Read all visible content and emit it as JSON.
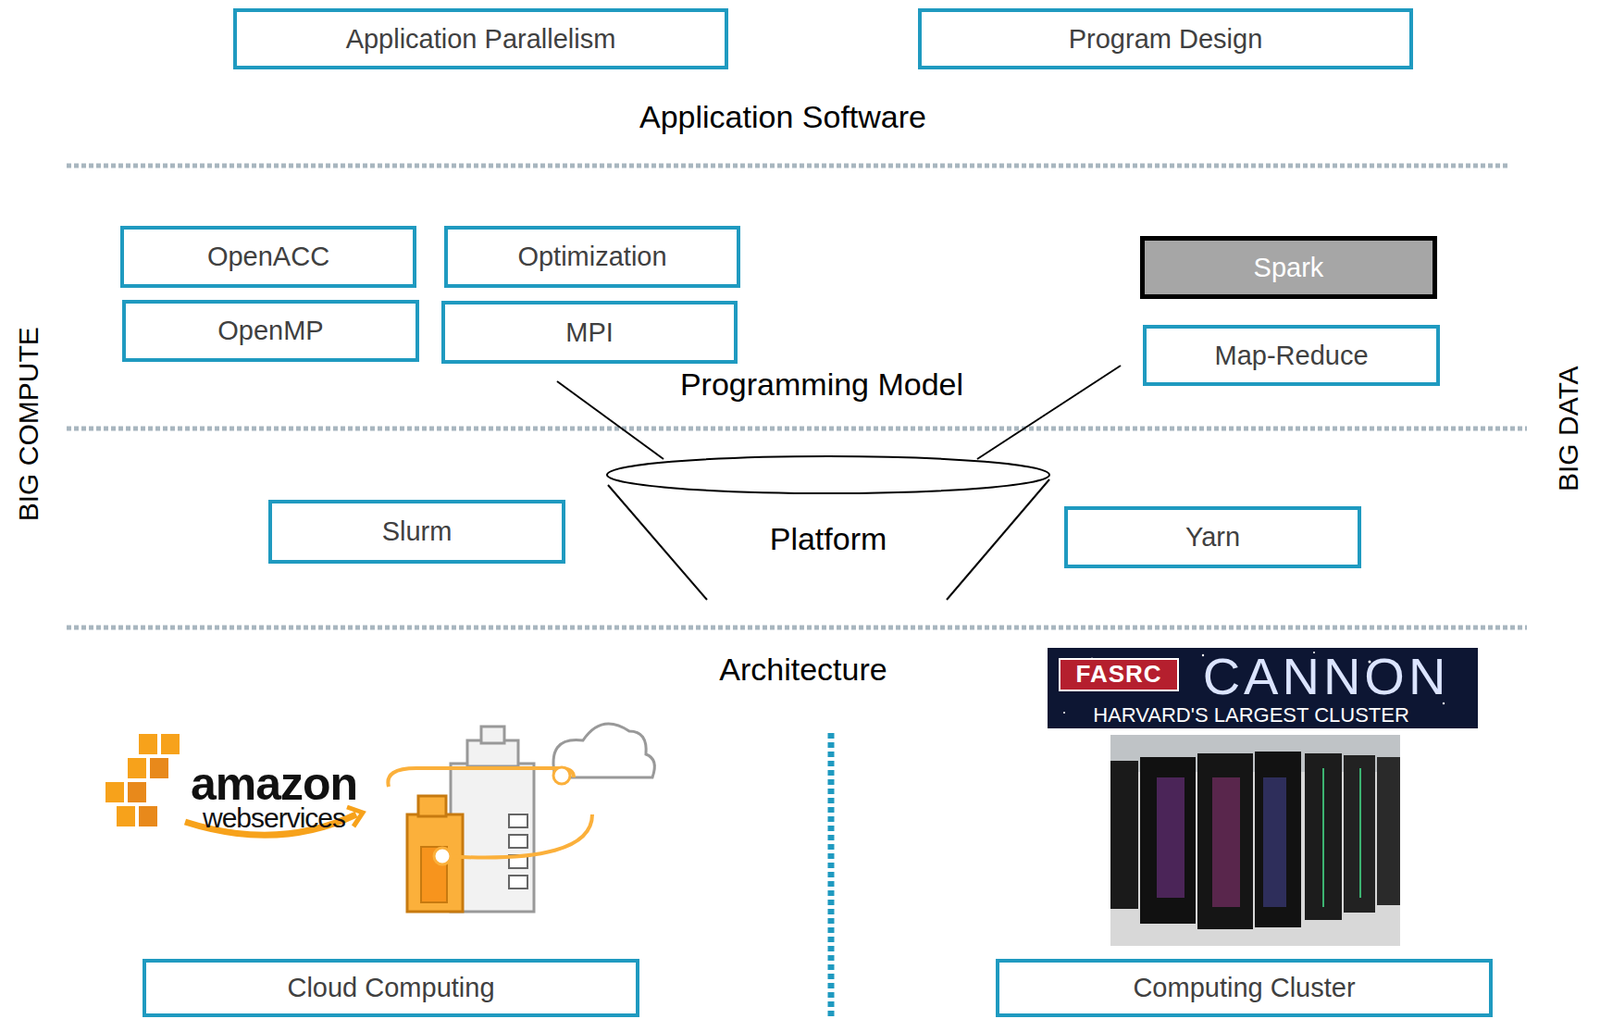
{
  "diagram": {
    "nodes": [
      {
        "text": [
          "Application Parallelism"
        ]
      },
      {
        "text": [
          "Program Design"
        ]
      },
      {
        "text": [
          "OpenACC"
        ]
      },
      {
        "text": [
          "Optimization"
        ]
      },
      {
        "text": [
          "Spark"
        ]
      },
      {
        "text": [
          "OpenMP"
        ]
      },
      {
        "text": [
          "MPI"
        ]
      },
      {
        "text": [
          "Map-Reduce"
        ]
      },
      {
        "text": [
          "Slurm"
        ]
      },
      {
        "text": [
          "Yarn"
        ]
      },
      {
        "text": [
          "Cloud Computing"
        ]
      },
      {
        "text": [
          "Computing Cluster"
        ]
      }
    ],
    "labels": [
      "Application Software",
      "Programming Model",
      "BIG COMPUTE",
      "BIG DATA",
      "Platform",
      "Architecture",
      "FASRC",
      "CANNON",
      "HARVARD'S LARGEST CLUSTER",
      "amazon",
      "webservices"
    ]
  }
}
